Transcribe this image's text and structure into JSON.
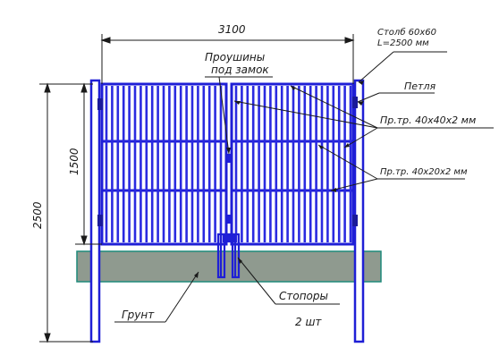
{
  "dimensions": {
    "width_total": "3100",
    "height_total": "2500",
    "height_gate": "1500"
  },
  "labels": {
    "post_line1": "Столб 60х60",
    "post_line2": "L=2500 мм",
    "hinge": "Петля",
    "lugs_line1": "Проушины",
    "lugs_line2": "под замок",
    "pipe_40x40": "Пр.тр. 40х40х2 мм",
    "pipe_40x20": "Пр.тр. 40х20х2 мм",
    "stoppers": "Стопоры",
    "stoppers_qty": "2 шт",
    "ground": "Грунт"
  },
  "colors": {
    "metal": "#2a2ae0",
    "ground": "#8f9a8f",
    "ground_edge": "#1f8a7a",
    "line": "#1a1a1a"
  }
}
